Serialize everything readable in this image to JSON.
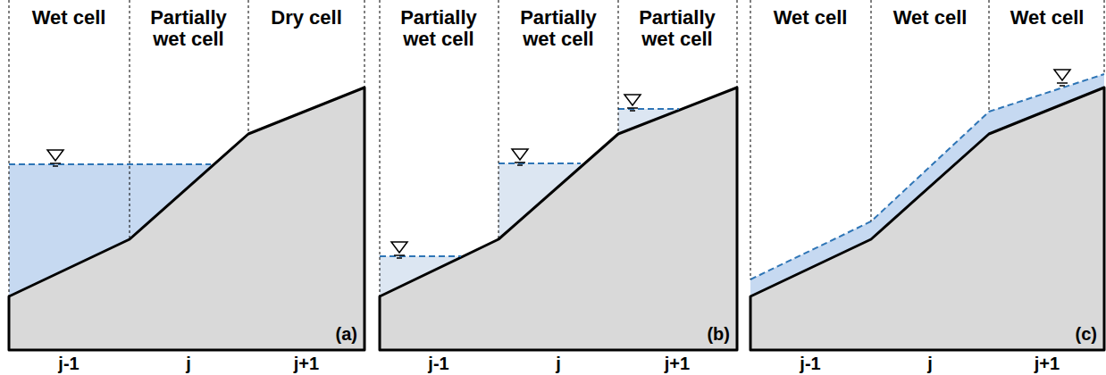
{
  "diagram": {
    "labels": [
      "Wet cell",
      "Partially wet cell",
      "Dry cell",
      "Partially wet cell",
      "Partially wet cell",
      "Partially wet cell",
      "Wet cell",
      "Wet cell",
      "Wet cell",
      "(a)",
      "(b)",
      "(c)",
      "j-1",
      "j",
      "j+1",
      "j-1",
      "j",
      "j+1",
      "j-1",
      "j",
      "j+1"
    ]
  }
}
